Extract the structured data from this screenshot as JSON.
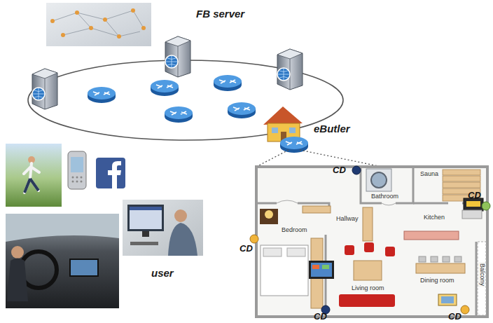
{
  "diagram": {
    "labels": [
      "FB server",
      "eButler",
      "user",
      "CD",
      "CD",
      "CD",
      "CD",
      "CD",
      "Bathroom",
      "Sauna",
      "Kitchen",
      "Hallway",
      "Bedroom",
      "Living room",
      "Dining room",
      "Balcony"
    ]
  }
}
